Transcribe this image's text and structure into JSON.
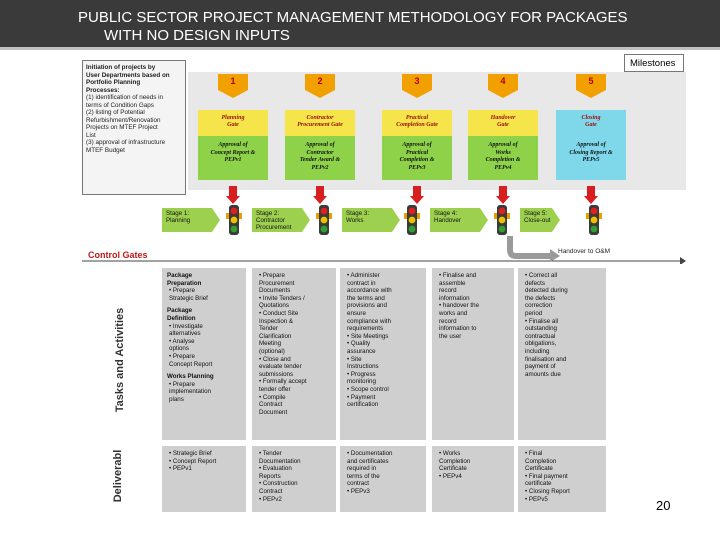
{
  "title": {
    "line1": "PUBLIC SECTOR PROJECT MANAGEMENT METHODOLOGY FOR PACKAGES",
    "line2": "WITH NO DESIGN INPUTS"
  },
  "initiation": {
    "lines": [
      "Initiation of projects by",
      "User Departments based on",
      "Portfolio Planning",
      "Processes:",
      "(1) identification of needs in",
      "terms of Condition Gaps",
      "(2) listing of Potential",
      "Refurbishment/Renovation",
      "Projects on MTEF Project",
      "List",
      "(3) approval of infrastructure",
      "MTEF Budget"
    ]
  },
  "milestones_label": "Milestones",
  "milestones": [
    {
      "number": "1",
      "gate": [
        "Planning",
        "Gate"
      ],
      "approval": [
        "Approval of",
        "Concept Report &",
        "PEPv1"
      ]
    },
    {
      "number": "2",
      "gate": [
        "Contractor",
        "Procurement Gate"
      ],
      "approval": [
        "Approval of",
        "Contractor",
        "Tender Award &",
        "PEPv2"
      ]
    },
    {
      "number": "3",
      "gate": [
        "Practical",
        "Completion Gate"
      ],
      "approval": [
        "Approval of",
        "Practical",
        "Completion &",
        "PEPv3"
      ]
    },
    {
      "number": "4",
      "gate": [
        "Handover",
        "Gate"
      ],
      "approval": [
        "Approval of",
        "Works",
        "Completion &",
        "PEPv4"
      ]
    },
    {
      "number": "5",
      "gate": [
        "Closing",
        "Gate"
      ],
      "approval": [
        "Approval of",
        "Closing Report &",
        "PEPv5"
      ]
    }
  ],
  "stages": [
    {
      "lines": [
        "Stage 1:",
        "Planning"
      ]
    },
    {
      "lines": [
        "Stage 2:",
        "Contractor",
        "Procurement"
      ]
    },
    {
      "lines": [
        "Stage 3:",
        "Works"
      ]
    },
    {
      "lines": [
        "Stage 4:",
        "Handover"
      ]
    },
    {
      "lines": [
        "Stage 5:",
        "Close-out"
      ]
    }
  ],
  "control_gates_label": "Control Gates",
  "handover_label": "Handover to O&M",
  "side_labels": {
    "tasks": "Tasks and Activities",
    "deliverables": "Deliverabl"
  },
  "tasks": [
    {
      "blocks": [
        {
          "head": [
            "Package",
            "Preparation"
          ],
          "items": [
            [
              "Prepare",
              "Strategic Brief"
            ]
          ]
        },
        {
          "head": [
            "Package",
            "Definition"
          ],
          "items": [
            [
              "Investigate",
              "alternatives"
            ],
            [
              "Analyse",
              "options"
            ],
            [
              "Prepare",
              "Concept Report"
            ]
          ]
        },
        {
          "head": [
            "Works Planning"
          ],
          "items": [
            [
              "Prepare",
              "implementation",
              "plans"
            ]
          ]
        }
      ]
    },
    {
      "blocks": [
        {
          "head": [],
          "items": [
            [
              "Prepare",
              "Procurement",
              "Documents"
            ],
            [
              "Invite Tenders /",
              "Quotations"
            ],
            [
              "Conduct Site",
              "Inspection &",
              "Tender",
              "Clarification",
              "Meeting",
              "(optional)"
            ],
            [
              "Close and",
              "evaluate tender",
              "submissions"
            ],
            [
              "Formally accept",
              "tender offer"
            ],
            [
              "Compile",
              "Contract",
              "Document"
            ]
          ]
        }
      ]
    },
    {
      "blocks": [
        {
          "head": [],
          "items": [
            [
              "Administer",
              "contract in",
              "accordance with",
              "the terms and",
              "provisions and",
              "ensure",
              "compliance with",
              "requirements"
            ],
            [
              "Site Meetings"
            ],
            [
              "Quality",
              "assurance"
            ],
            [
              "Site",
              "Instructions"
            ],
            [
              "Progress",
              "monitoring"
            ],
            [
              "Scope control"
            ],
            [
              "Payment",
              "certification"
            ]
          ]
        }
      ]
    },
    {
      "blocks": [
        {
          "head": [],
          "items": [
            [
              "Finalise and",
              "assemble",
              "record",
              "information"
            ],
            [
              "handover the",
              "works and",
              "record",
              "information to",
              "the user"
            ]
          ]
        }
      ]
    },
    {
      "blocks": [
        {
          "head": [],
          "items": [
            [
              "Correct all",
              "defects",
              "detected during",
              "the defects",
              "correction",
              "period"
            ],
            [
              "Finalise all",
              "outstanding",
              "contractual",
              "obligations,",
              "including",
              "finalisation and",
              "payment of",
              "amounts due"
            ]
          ]
        }
      ]
    }
  ],
  "deliverables": [
    [
      [
        "Strategic Brief"
      ],
      [
        "Concept Report"
      ],
      [
        "PEPv1"
      ]
    ],
    [
      [
        "Tender",
        "Documentation"
      ],
      [
        "Evaluation",
        "Reports"
      ],
      [
        "Construction",
        "Contract"
      ],
      [
        "PEPv2"
      ]
    ],
    [
      [
        "Documentation",
        "and certificates",
        "required in",
        "terms of the",
        "contract"
      ],
      [
        "PEPv3"
      ]
    ],
    [
      [
        "Works",
        "Completion",
        "Certificate"
      ],
      [
        "PEPv4"
      ]
    ],
    [
      [
        "Final",
        "Completion",
        "Certificate"
      ],
      [
        "Final payment",
        "certificate"
      ],
      [
        "Closing Report"
      ],
      [
        "PEPv5"
      ]
    ]
  ],
  "slide_number": "20",
  "colors": {
    "title_bg": "#3a3a3a",
    "gate_yellow": "#f5e44a",
    "approval_green": "#8ed24a",
    "gate_cyan": "#7ed8ea",
    "marker_orange": "#f2a000",
    "red": "#d81e1e",
    "stage_green": "#9ed050",
    "column_grey": "#cfcfcf"
  }
}
